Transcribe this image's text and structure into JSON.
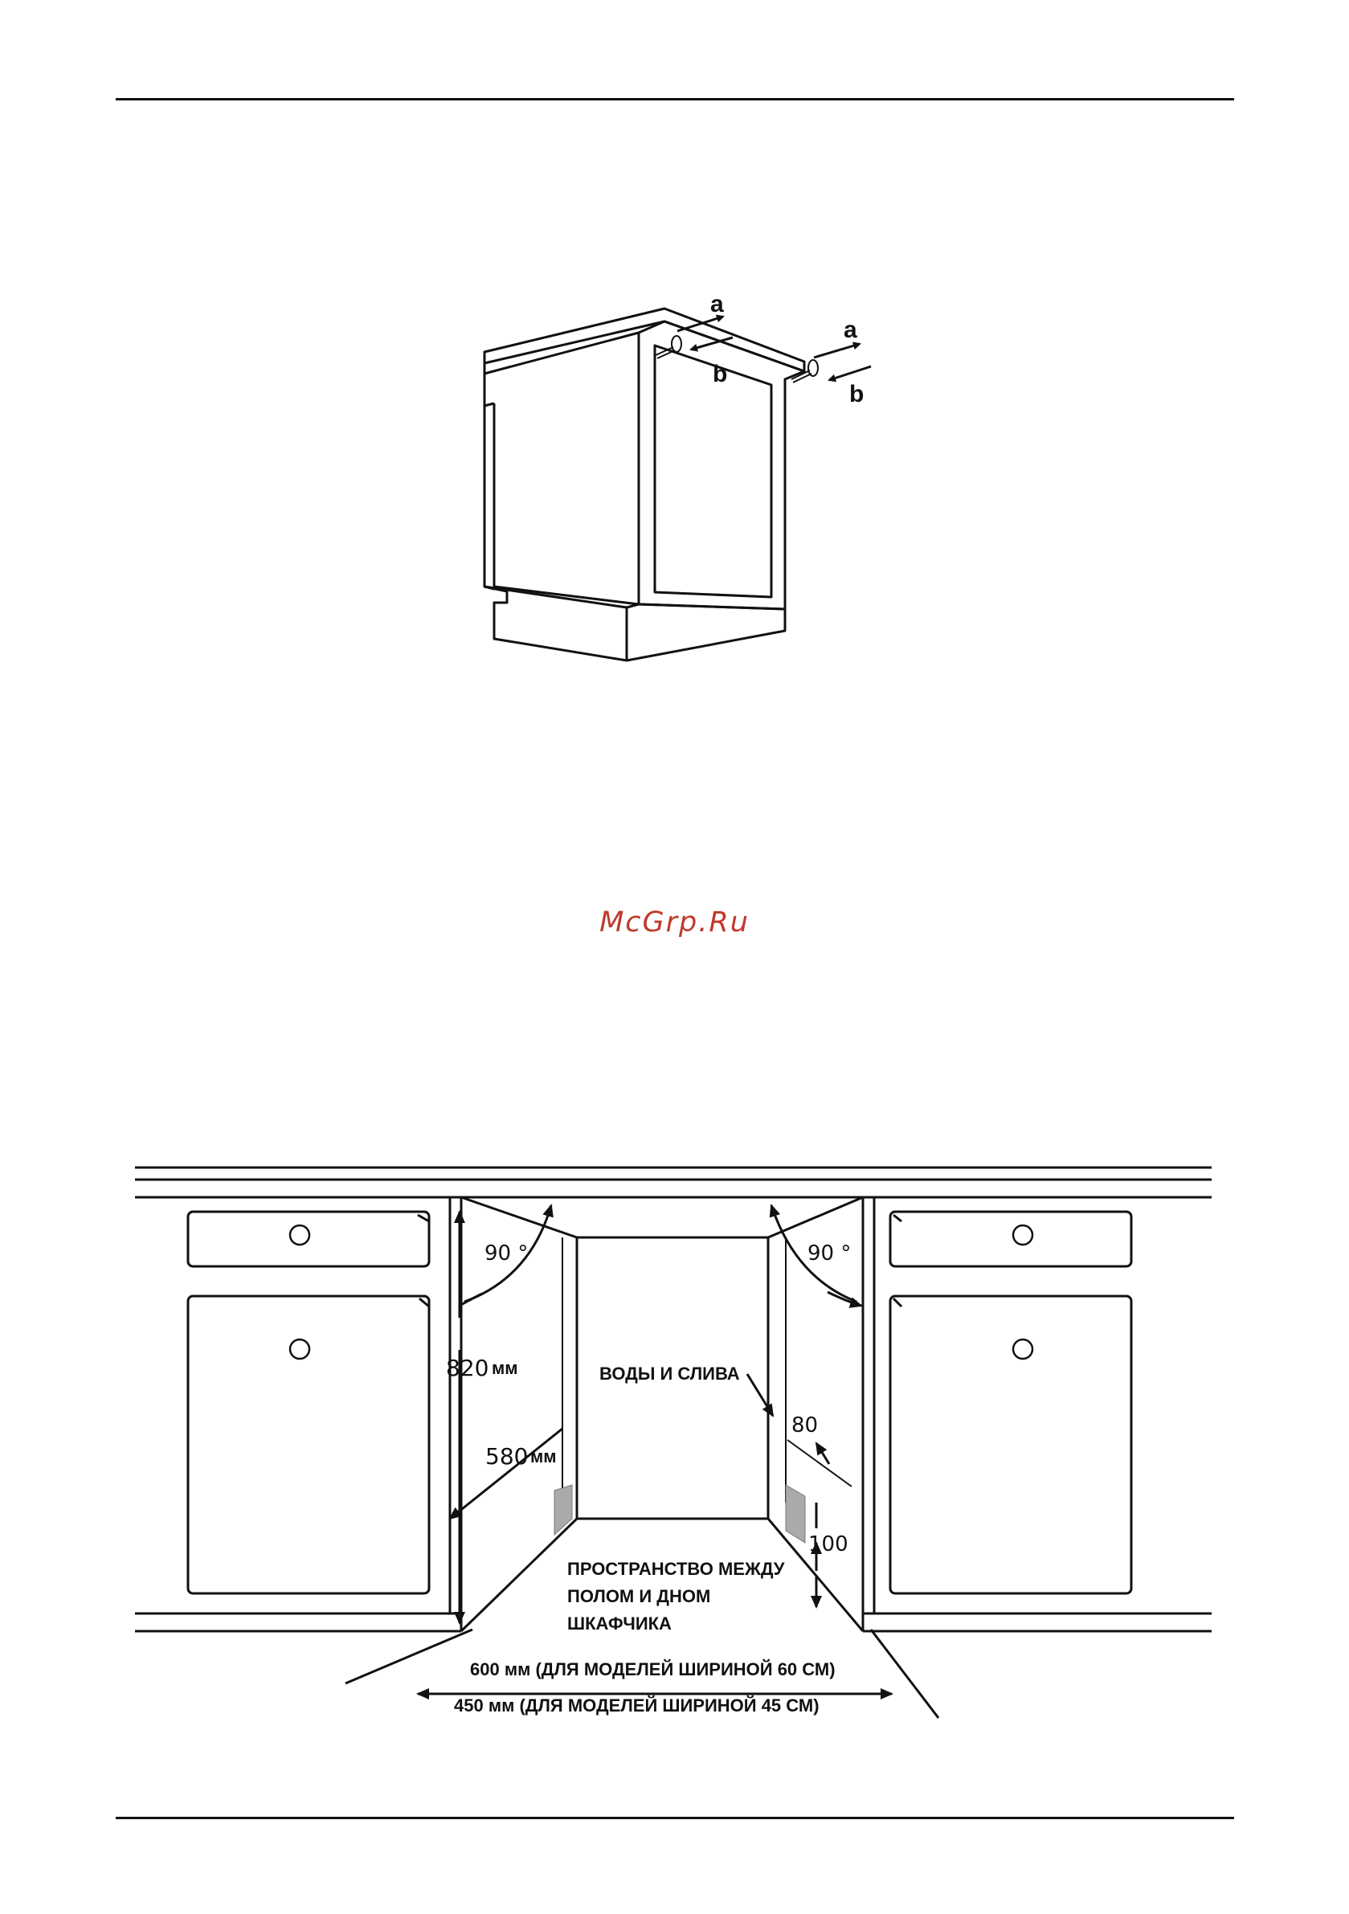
{
  "watermark": {
    "text": "McGrp.Ru",
    "color": "#c0392b"
  },
  "cabinet_figure": {
    "labels": {
      "a1": "a",
      "b1": "b",
      "a2": "a",
      "b2": "b"
    }
  },
  "install_figure": {
    "angle_left": "90 °",
    "angle_right": "90 °",
    "height": {
      "value": "820",
      "unit": "мм"
    },
    "depth": {
      "value": "580",
      "unit": "мм"
    },
    "water_drain": "ВОДЫ И СЛИВА",
    "dim_80": "80",
    "dim_100": "100",
    "space_line1": "ПРОСТРАНСТВО МЕЖДУ",
    "space_line2": "ПОЛОМ И ДНОМ",
    "space_line3": "ШКАФЧИКА",
    "width_600": "600 мм (ДЛЯ МОДЕЛЕЙ ШИРИНОЙ 60 СМ)",
    "width_450": "450 мм (ДЛЯ МОДЕЛЕЙ ШИРИНОЙ 45 СМ)"
  }
}
